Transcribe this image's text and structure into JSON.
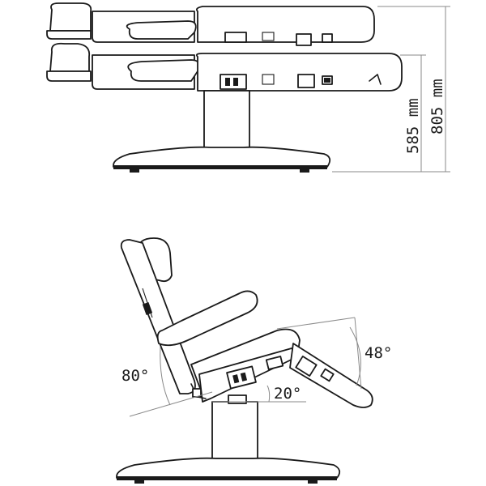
{
  "dimensions": {
    "seat_height": "585 mm",
    "total_height": "805 mm"
  },
  "angles": {
    "backrest": "80°",
    "seat": "20°",
    "legrest": "48°"
  },
  "colors": {
    "line": "#1a1a1a",
    "dimension_line": "#8a8a8a",
    "background": "#ffffff"
  }
}
